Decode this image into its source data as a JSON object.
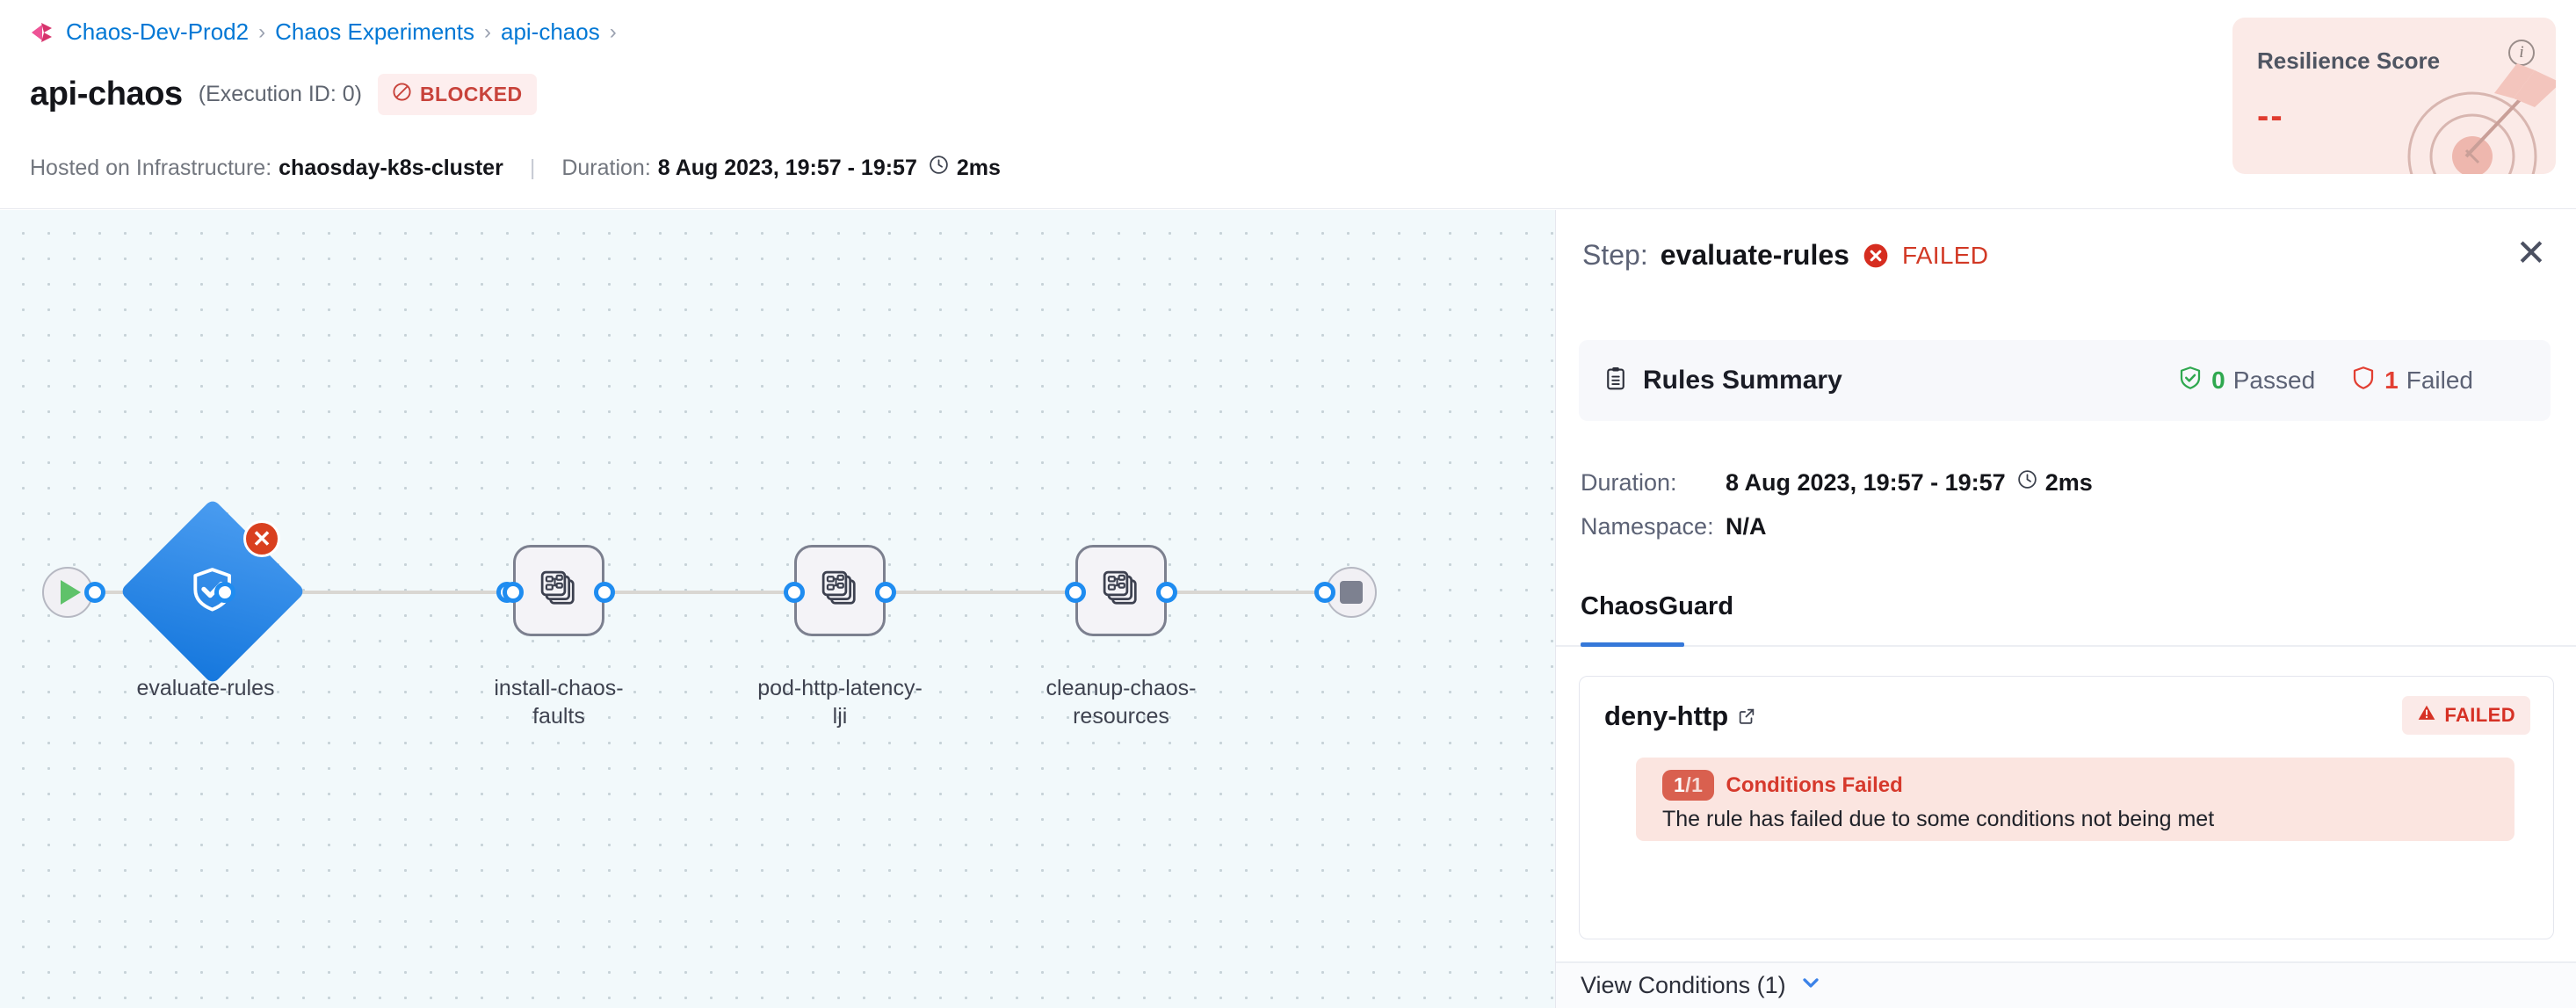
{
  "breadcrumb": {
    "logo_icon": "harness-chaos-logo-icon",
    "items": [
      "Chaos-Dev-Prod2",
      "Chaos Experiments",
      "api-chaos"
    ],
    "separator": "›",
    "trailing_separator": "›"
  },
  "header": {
    "title": "api-chaos",
    "execution_id": "(Execution ID: 0)",
    "status_badge": {
      "label": "BLOCKED",
      "icon": "blocked-icon",
      "color": "#c8433b",
      "bg": "#fdeeee"
    },
    "infra_label": "Hosted on Infrastructure:",
    "infra_value": "chaosday-k8s-cluster",
    "divider": "|",
    "duration_label": "Duration:",
    "duration_range": "8 Aug 2023, 19:57 - 19:57",
    "duration_icon": "clock-icon",
    "duration_value": "2ms"
  },
  "resilience": {
    "title": "Resilience Score",
    "value": "--",
    "info_icon": "info-icon",
    "art_icon": "target-dartboard-icon",
    "bg": "#fbeae7",
    "value_color": "#e03b2f"
  },
  "canvas": {
    "start_icon": "play-icon",
    "end_icon": "stop-icon",
    "nodes": [
      {
        "id": "evaluate-rules",
        "label": "evaluate-rules",
        "shape": "diamond",
        "icon": "shield-check-icon",
        "status": "failed",
        "status_icon": "error-circle-icon"
      },
      {
        "id": "install-chaos-faults",
        "label": "install-chaos-faults",
        "shape": "box",
        "icon": "chaos-faults-icon",
        "status": "none"
      },
      {
        "id": "pod-http-latency-lji",
        "label": "pod-http-latency-lji",
        "shape": "box",
        "icon": "chaos-faults-icon",
        "status": "none"
      },
      {
        "id": "cleanup-chaos-resources",
        "label": "cleanup-chaos-resources",
        "shape": "box",
        "icon": "chaos-faults-icon",
        "status": "none"
      }
    ]
  },
  "panel": {
    "step_label": "Step:",
    "step_name": "evaluate-rules",
    "step_status": "FAILED",
    "step_status_icon": "error-circle-icon",
    "close_icon": "close-icon",
    "rules_summary": {
      "icon": "clipboard-icon",
      "title": "Rules Summary",
      "passed_count": "0",
      "passed_label": "Passed",
      "passed_icon": "shield-check-icon",
      "failed_count": "1",
      "failed_label": "Failed",
      "failed_icon": "shield-outline-icon"
    },
    "details": [
      {
        "key": "Duration:",
        "value": "8 Aug 2023, 19:57 - 19:57",
        "icon": "clock-icon",
        "suffix": "2ms"
      },
      {
        "key": "Namespace:",
        "value": "N/A"
      }
    ],
    "tabs": [
      {
        "label": "ChaosGuard",
        "active": true
      }
    ],
    "rule": {
      "name": "deny-http",
      "link_icon": "external-link-icon",
      "status_badge": {
        "label": "FAILED",
        "icon": "warning-triangle-icon"
      },
      "condition": {
        "pill_num": "1",
        "pill_frac": "/1",
        "label": "Conditions Failed",
        "description": "The rule has failed due to some conditions not being met"
      }
    },
    "view_conditions": {
      "label": "View Conditions (1)",
      "icon": "chevron-down-icon"
    }
  },
  "colors": {
    "accent_blue": "#3578d9",
    "node_blue": "#1577dd",
    "error_red": "#d63125",
    "success_green": "#2fa84f",
    "canvas_bg": "#f2f9fb"
  }
}
